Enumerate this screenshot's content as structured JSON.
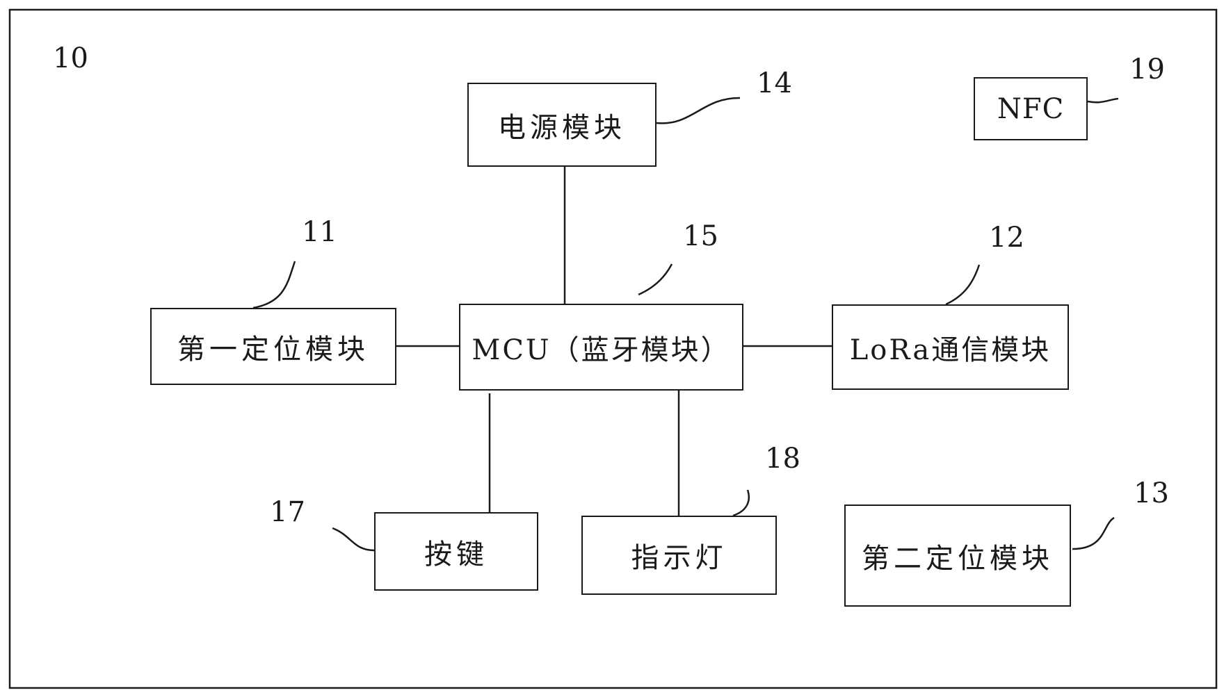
{
  "figure": {
    "ref_number": "10",
    "modules": [
      {
        "id": "power",
        "label": "电源模块",
        "ref": "14"
      },
      {
        "id": "nfc",
        "label": "NFC",
        "ref": "19"
      },
      {
        "id": "first-positioning",
        "label": "第一定位模块",
        "ref": "11"
      },
      {
        "id": "mcu",
        "label": "MCU（蓝牙模块）",
        "ref": "15"
      },
      {
        "id": "lora",
        "label": "LoRa通信模块",
        "ref": "12"
      },
      {
        "id": "button",
        "label": "按键",
        "ref": "17"
      },
      {
        "id": "indicator",
        "label": "指示灯",
        "ref": "18"
      },
      {
        "id": "second-positioning",
        "label": "第二定位模块",
        "ref": "13"
      }
    ],
    "connections": [
      {
        "from": "mcu",
        "to": "power"
      },
      {
        "from": "mcu",
        "to": "first-positioning"
      },
      {
        "from": "mcu",
        "to": "lora"
      },
      {
        "from": "mcu",
        "to": "button"
      },
      {
        "from": "mcu",
        "to": "indicator"
      }
    ]
  },
  "colors": {
    "line": "#1a1a1a",
    "background": "#ffffff"
  }
}
